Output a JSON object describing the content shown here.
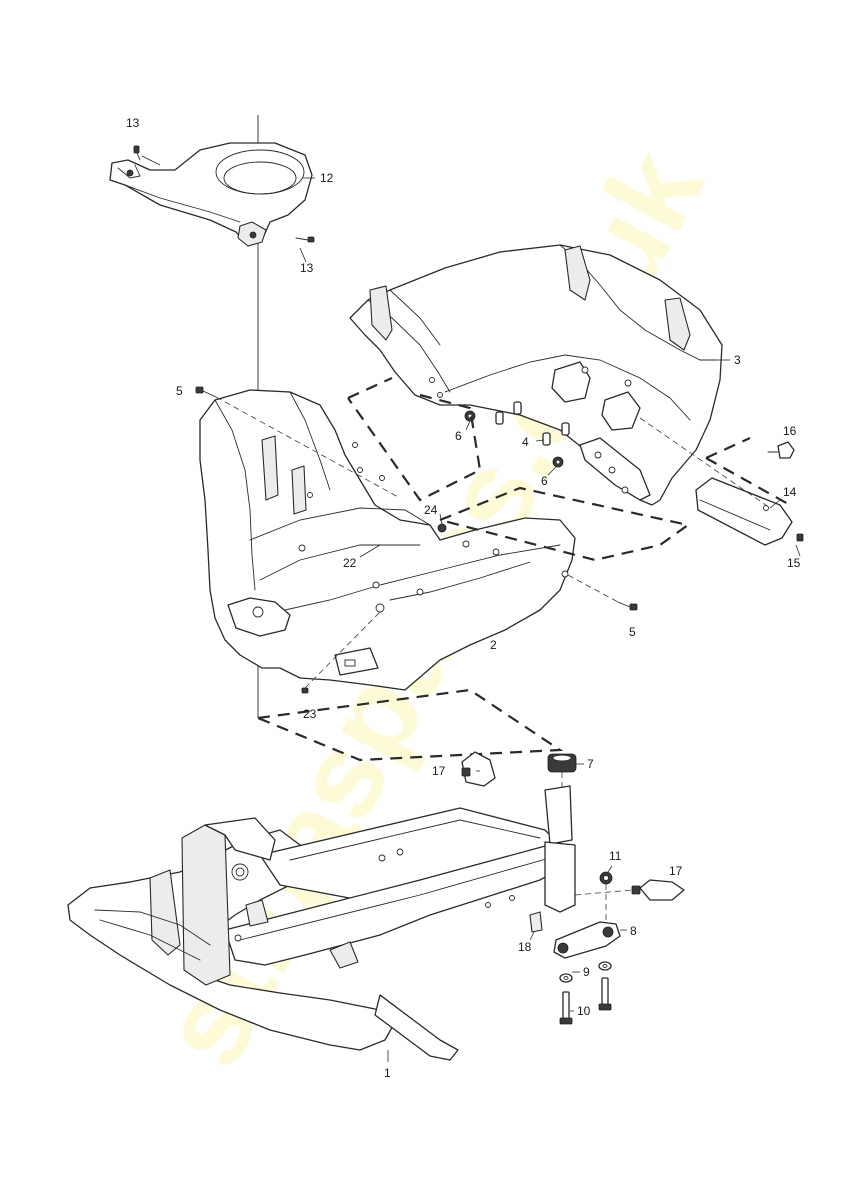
{
  "watermark": {
    "text": "stigaspares.co.uk",
    "color": "#f3e600"
  },
  "callouts": [
    {
      "id": "c13a",
      "label": "13"
    },
    {
      "id": "c12",
      "label": "12"
    },
    {
      "id": "c13b",
      "label": "13"
    },
    {
      "id": "c3",
      "label": "3"
    },
    {
      "id": "c5a",
      "label": "5"
    },
    {
      "id": "c6a",
      "label": "6"
    },
    {
      "id": "c4",
      "label": "4"
    },
    {
      "id": "c6b",
      "label": "6"
    },
    {
      "id": "c16",
      "label": "16"
    },
    {
      "id": "c14",
      "label": "14"
    },
    {
      "id": "c15",
      "label": "15"
    },
    {
      "id": "c24",
      "label": "24"
    },
    {
      "id": "c22",
      "label": "22"
    },
    {
      "id": "c5b",
      "label": "5"
    },
    {
      "id": "c2",
      "label": "2"
    },
    {
      "id": "c23",
      "label": "23"
    },
    {
      "id": "c17a",
      "label": "17"
    },
    {
      "id": "c7",
      "label": "7"
    },
    {
      "id": "c11",
      "label": "11"
    },
    {
      "id": "c17b",
      "label": "17"
    },
    {
      "id": "c8",
      "label": "8"
    },
    {
      "id": "c18",
      "label": "18"
    },
    {
      "id": "c9",
      "label": "9"
    },
    {
      "id": "c10",
      "label": "10"
    },
    {
      "id": "c1",
      "label": "1"
    }
  ]
}
